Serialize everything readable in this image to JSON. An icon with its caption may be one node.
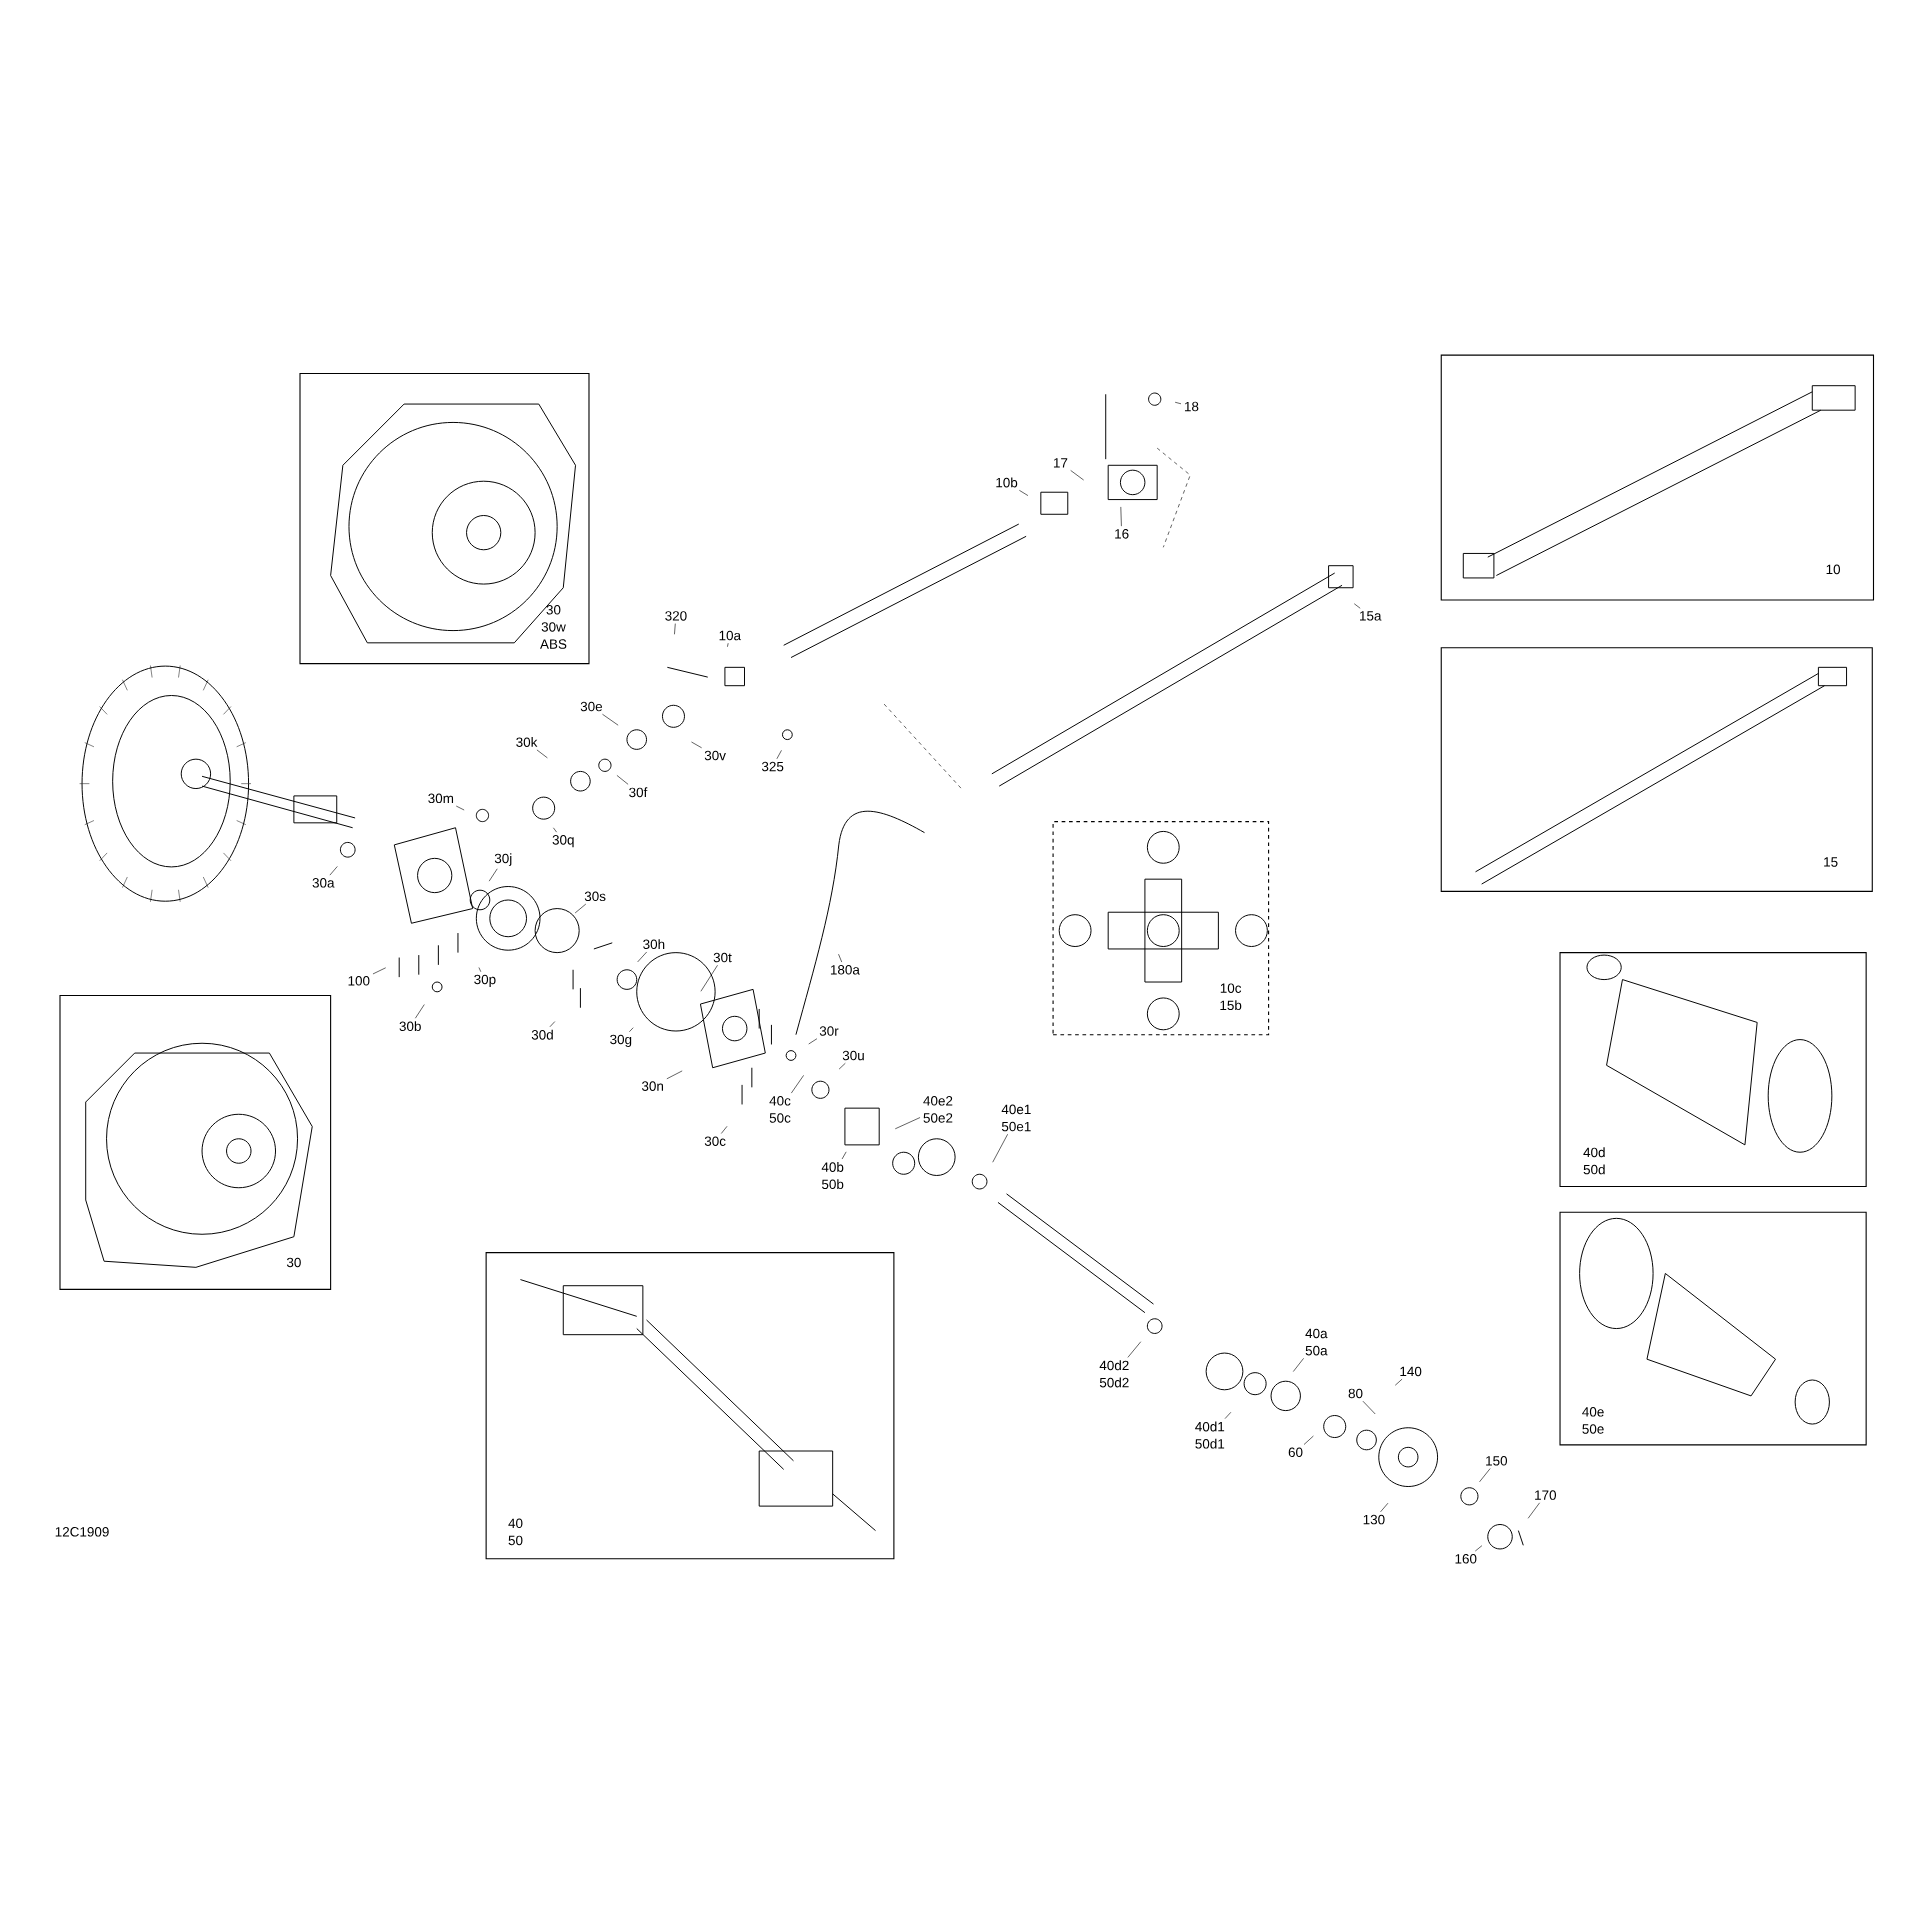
{
  "diagram": {
    "nodes": [
      {
        "text": [
          "18"
        ]
      },
      {
        "text": [
          "10"
        ]
      },
      {
        "text": [
          "30",
          "30w",
          "ABS"
        ]
      },
      {
        "text": [
          "17"
        ]
      },
      {
        "text": [
          "10b"
        ]
      },
      {
        "text": [
          "16"
        ]
      },
      {
        "text": [
          "15a"
        ]
      },
      {
        "text": [
          "320"
        ]
      },
      {
        "text": [
          "10a"
        ]
      },
      {
        "text": [
          "15"
        ]
      },
      {
        "text": [
          "30e"
        ]
      },
      {
        "text": [
          "30k"
        ]
      },
      {
        "text": [
          "30v"
        ]
      },
      {
        "text": [
          "325"
        ]
      },
      {
        "text": [
          "30f"
        ]
      },
      {
        "text": [
          "30m"
        ]
      },
      {
        "text": [
          "10c",
          "15b"
        ]
      },
      {
        "text": [
          "30q"
        ]
      },
      {
        "text": [
          "30j"
        ]
      },
      {
        "text": [
          "30a"
        ]
      },
      {
        "text": [
          "30s"
        ]
      },
      {
        "text": [
          "30h"
        ]
      },
      {
        "text": [
          "40d",
          "50d"
        ]
      },
      {
        "text": [
          "30t"
        ]
      },
      {
        "text": [
          "180a"
        ]
      },
      {
        "text": [
          "100"
        ]
      },
      {
        "text": [
          "30p"
        ]
      },
      {
        "text": [
          "30"
        ]
      },
      {
        "text": [
          "30b"
        ]
      },
      {
        "text": [
          "30r"
        ]
      },
      {
        "text": [
          "30d"
        ]
      },
      {
        "text": [
          "30g"
        ]
      },
      {
        "text": [
          "30u"
        ]
      },
      {
        "text": [
          "30n"
        ]
      },
      {
        "text": [
          "40c",
          "50c"
        ]
      },
      {
        "text": [
          "40e2",
          "50e2"
        ]
      },
      {
        "text": [
          "40e1",
          "50e1"
        ]
      },
      {
        "text": [
          "30c"
        ]
      },
      {
        "text": [
          "40b",
          "50b"
        ]
      },
      {
        "text": [
          "40e",
          "50e"
        ]
      },
      {
        "text": [
          "40",
          "50"
        ]
      },
      {
        "text": [
          "40a",
          "50a"
        ]
      },
      {
        "text": [
          "40d2",
          "50d2"
        ]
      },
      {
        "text": [
          "140"
        ]
      },
      {
        "text": [
          "80"
        ]
      },
      {
        "text": [
          "40d1",
          "50d1"
        ]
      },
      {
        "text": [
          "60"
        ]
      },
      {
        "text": [
          "150"
        ]
      },
      {
        "text": [
          "170"
        ]
      },
      {
        "text": [
          "130"
        ]
      },
      {
        "text": [
          "160"
        ]
      }
    ],
    "edges": [
      {
        "from": 0,
        "to": null,
        "arrow": "none"
      },
      {
        "from": 3,
        "to": null,
        "arrow": "none"
      },
      {
        "from": 4,
        "to": null,
        "arrow": "none"
      },
      {
        "from": 5,
        "to": null,
        "arrow": "none"
      },
      {
        "from": 6,
        "to": null,
        "arrow": "none"
      },
      {
        "from": 7,
        "to": null,
        "arrow": "none"
      },
      {
        "from": 8,
        "to": null,
        "arrow": "none"
      },
      {
        "from": 10,
        "to": null,
        "arrow": "none"
      },
      {
        "from": 11,
        "to": null,
        "arrow": "none"
      },
      {
        "from": 12,
        "to": null,
        "arrow": "none"
      },
      {
        "from": 13,
        "to": null,
        "arrow": "none"
      },
      {
        "from": 14,
        "to": null,
        "arrow": "none"
      },
      {
        "from": 15,
        "to": null,
        "arrow": "none"
      },
      {
        "from": 17,
        "to": null,
        "arrow": "none"
      },
      {
        "from": 18,
        "to": null,
        "arrow": "none"
      },
      {
        "from": 19,
        "to": null,
        "arrow": "none"
      },
      {
        "from": 20,
        "to": null,
        "arrow": "none"
      },
      {
        "from": 21,
        "to": null,
        "arrow": "none"
      },
      {
        "from": 23,
        "to": null,
        "arrow": "none"
      },
      {
        "from": 24,
        "to": null,
        "arrow": "none"
      },
      {
        "from": 25,
        "to": null,
        "arrow": "none"
      },
      {
        "from": 26,
        "to": null,
        "arrow": "none"
      },
      {
        "from": 28,
        "to": null,
        "arrow": "none"
      },
      {
        "from": 29,
        "to": null,
        "arrow": "none"
      },
      {
        "from": 30,
        "to": null,
        "arrow": "none"
      },
      {
        "from": 31,
        "to": null,
        "arrow": "none"
      },
      {
        "from": 32,
        "to": null,
        "arrow": "none"
      },
      {
        "from": 33,
        "to": null,
        "arrow": "none"
      },
      {
        "from": 34,
        "to": null,
        "arrow": "none"
      },
      {
        "from": 35,
        "to": null,
        "arrow": "none"
      },
      {
        "from": 36,
        "to": null,
        "arrow": "none"
      },
      {
        "from": 37,
        "to": null,
        "arrow": "none"
      },
      {
        "from": 38,
        "to": null,
        "arrow": "none"
      },
      {
        "from": 41,
        "to": null,
        "arrow": "none"
      },
      {
        "from": 42,
        "to": null,
        "arrow": "none"
      },
      {
        "from": 43,
        "to": null,
        "arrow": "none"
      },
      {
        "from": 44,
        "to": null,
        "arrow": "none"
      },
      {
        "from": 45,
        "to": null,
        "arrow": "none"
      },
      {
        "from": 46,
        "to": null,
        "arrow": "none"
      },
      {
        "from": 47,
        "to": null,
        "arrow": "none"
      },
      {
        "from": 48,
        "to": null,
        "arrow": "none"
      },
      {
        "from": 49,
        "to": null,
        "arrow": "none"
      },
      {
        "from": 50,
        "to": null,
        "arrow": "none"
      }
    ],
    "labels": [
      "12C1909"
    ]
  }
}
